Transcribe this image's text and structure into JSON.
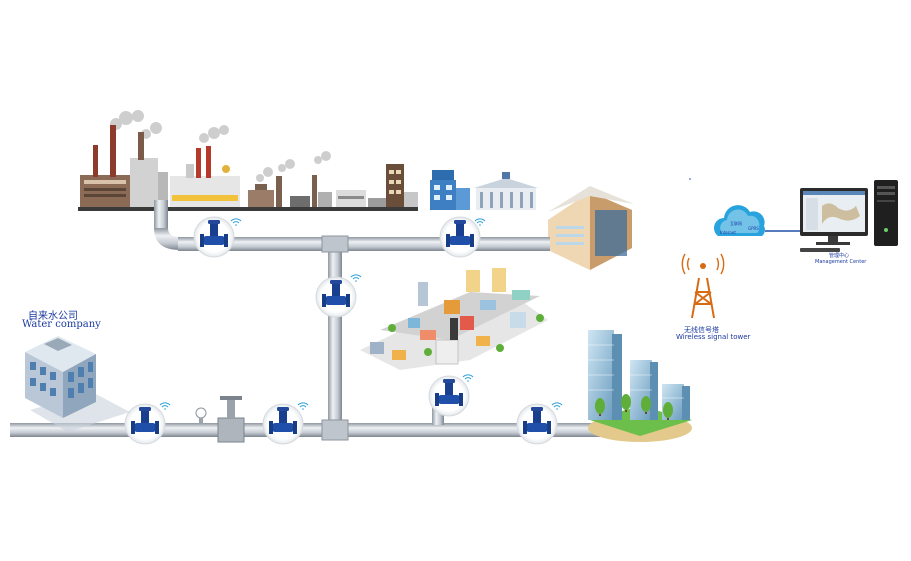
{
  "water_company": {
    "label_cn": "自来水公司",
    "label_en": "Water company"
  },
  "tower": {
    "label_cn": "无线信号塔",
    "label_en": "Wireless signal tower"
  },
  "management_center": {
    "label_cn": "管理中心",
    "label_en": "Management Center"
  },
  "cloud": {
    "text_a": "互联网",
    "text_b": "GPRS",
    "text_c": "Internet"
  },
  "colors": {
    "pipe": "#c9cfd6",
    "meter": "#1f4fa8",
    "signal": "#d86a12",
    "building_blue": "#3e7fc4"
  }
}
